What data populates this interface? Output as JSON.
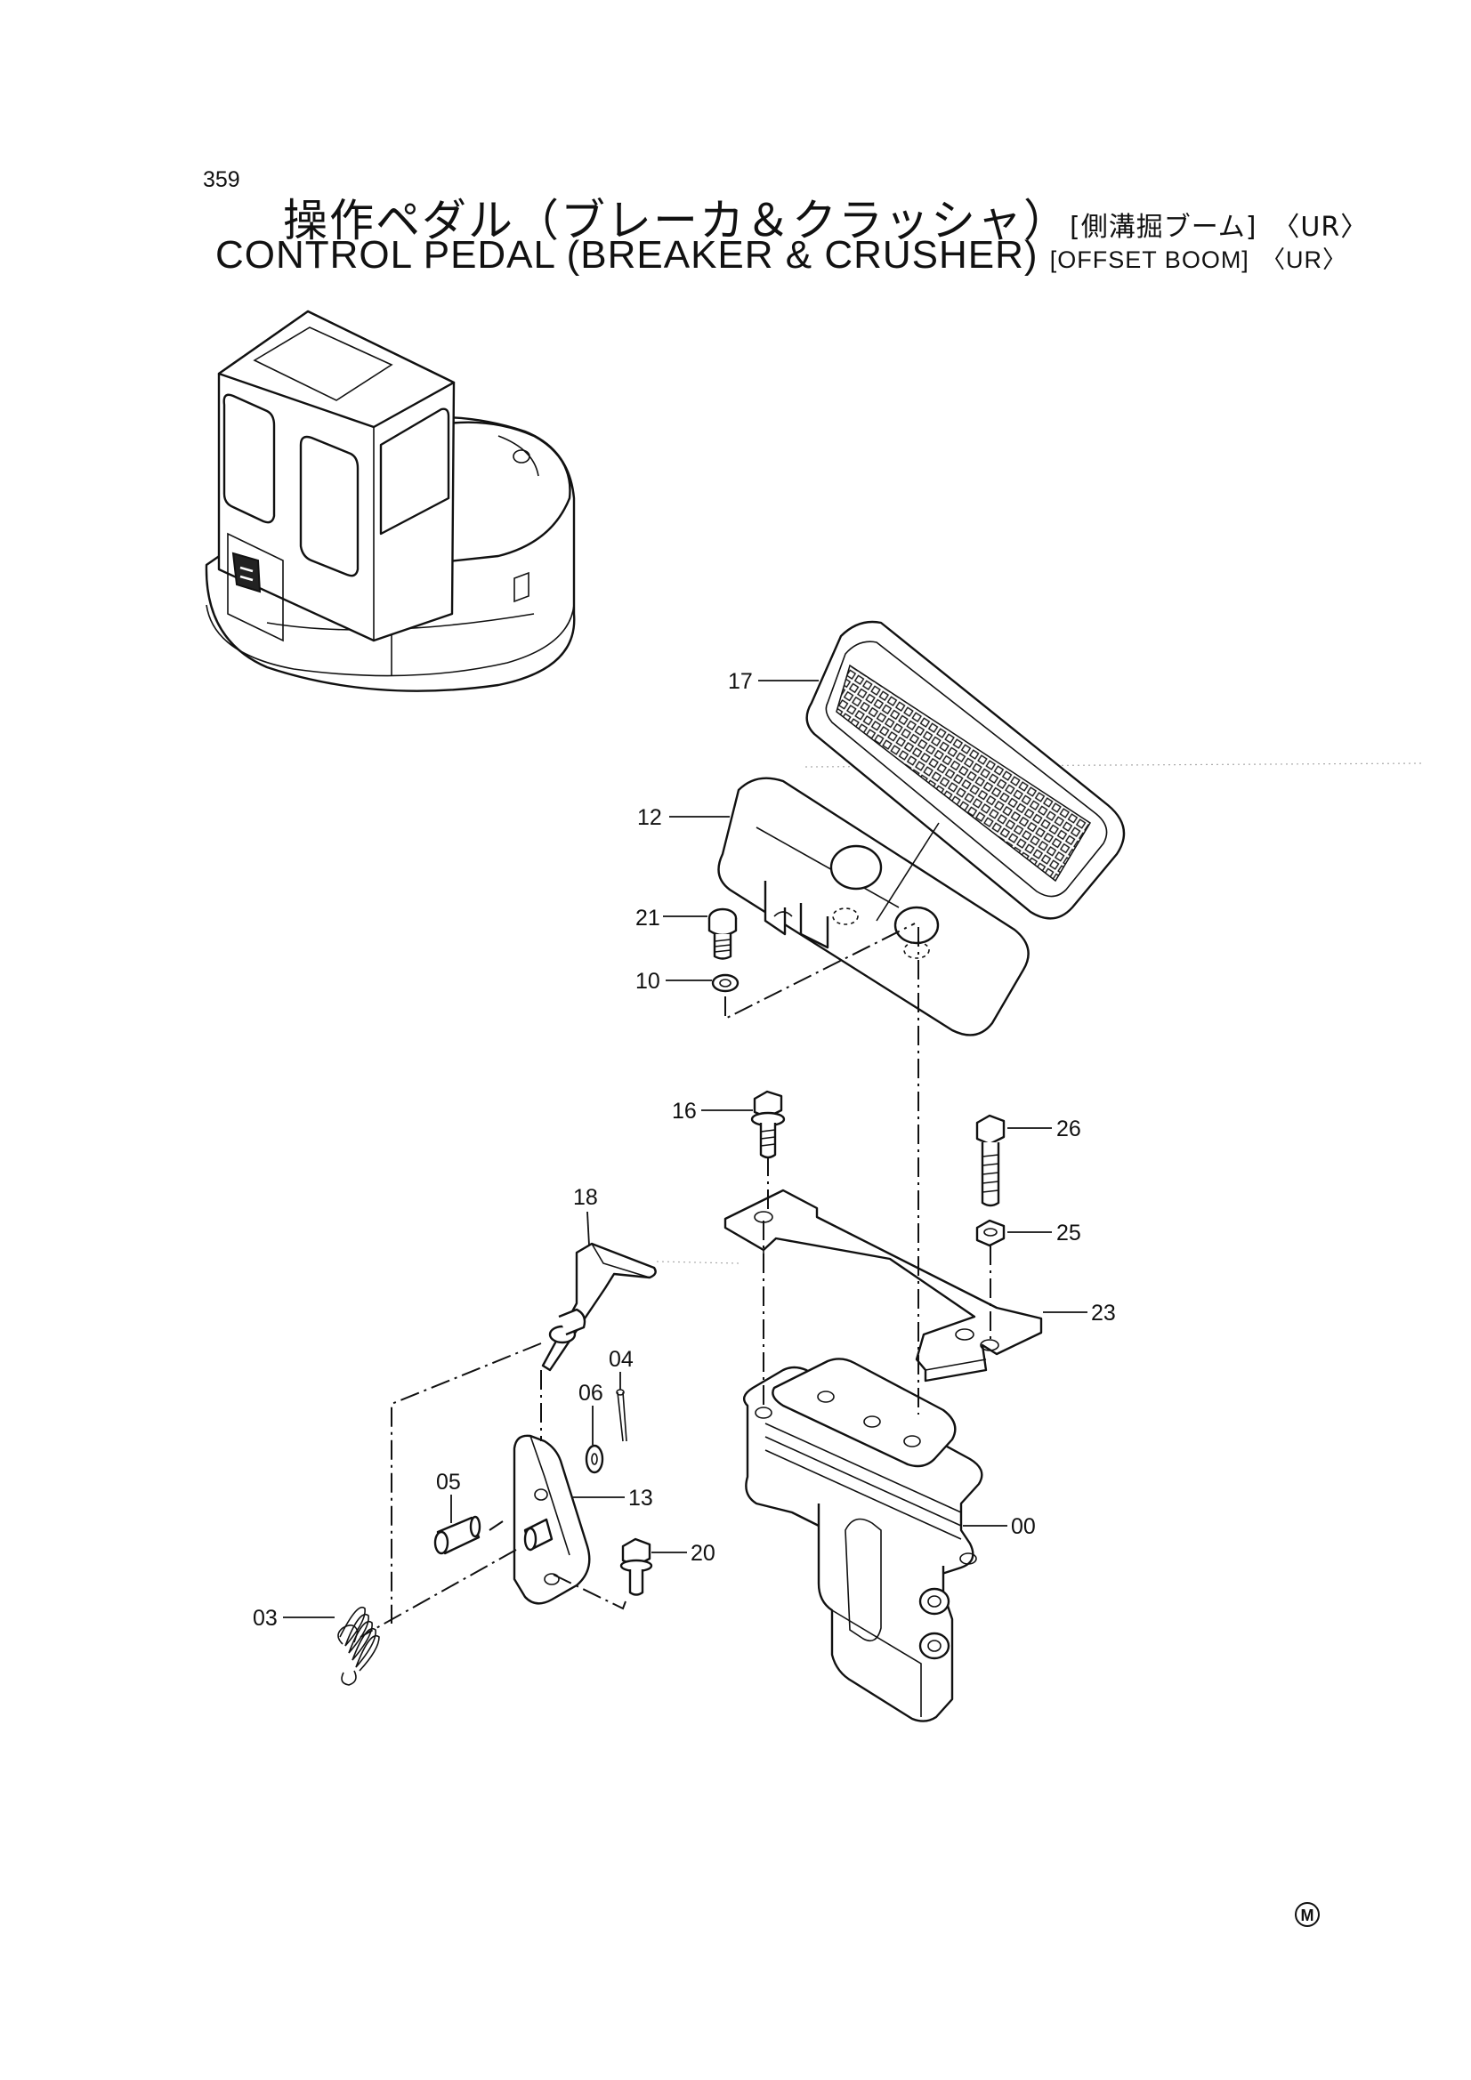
{
  "page_number": "359",
  "title_jp": {
    "main": "操作ペダル（ブレーカ＆クラッシャ）",
    "bracket": "[側溝掘ブーム]",
    "variant": "〈UR〉"
  },
  "title_en": {
    "main": "CONTROL PEDAL (BREAKER & CRUSHER)",
    "bracket": "[OFFSET BOOM]",
    "variant": "〈UR〉"
  },
  "callouts": [
    "17",
    "12",
    "21",
    "10",
    "16",
    "26",
    "25",
    "18",
    "23",
    "04",
    "06",
    "05",
    "13",
    "00",
    "20",
    "03"
  ],
  "mark": "M"
}
